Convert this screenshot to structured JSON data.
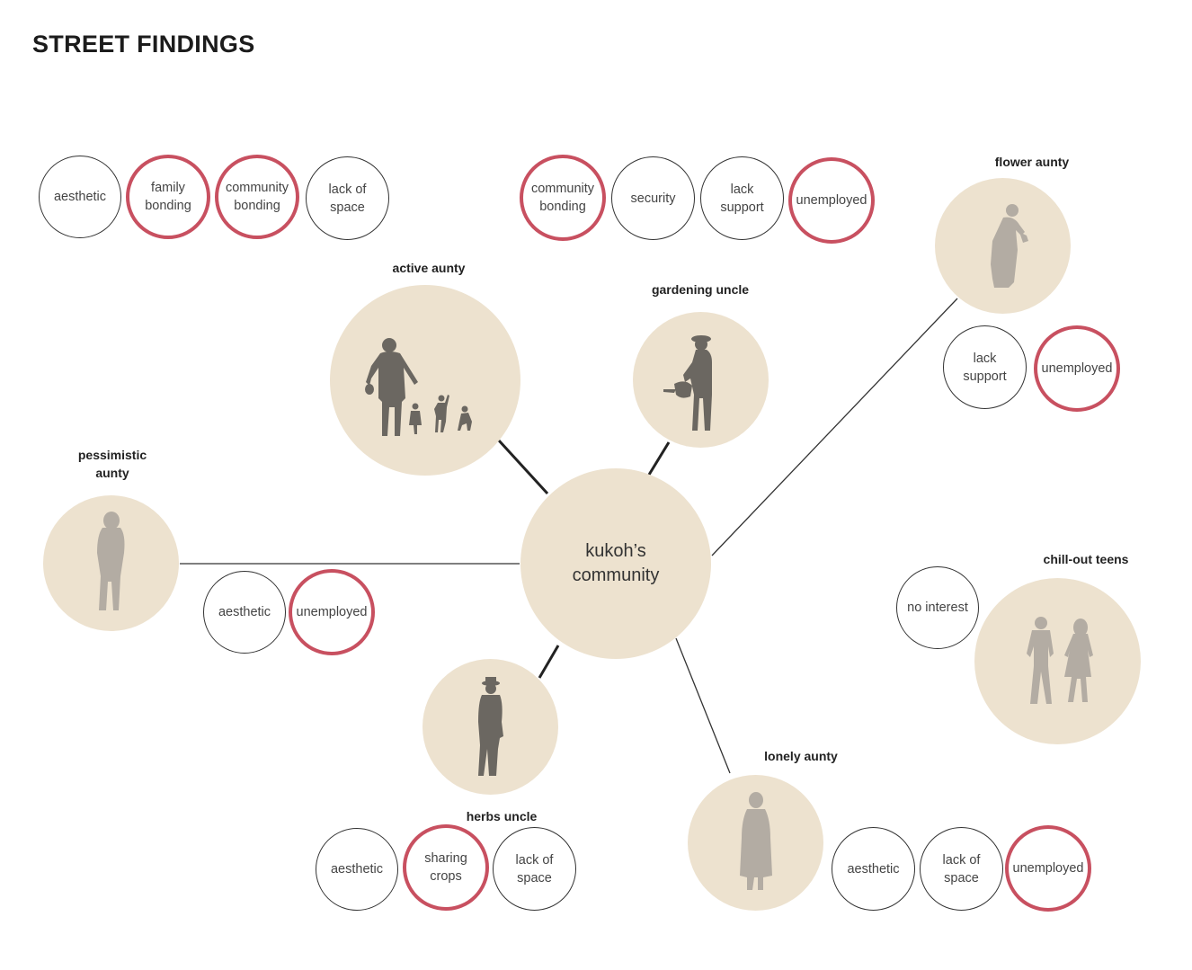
{
  "title": "STREET FINDINGS",
  "center": {
    "label_line1": "kukoh’s",
    "label_line2": "community"
  },
  "colors": {
    "node_fill": "#ede2cf",
    "highlight_ring": "#c85060",
    "dark_silhouette": "#6b6761",
    "light_silhouette": "#b3aca3"
  },
  "personas": {
    "active_aunty": "active aunty",
    "gardening_uncle": "gardening uncle",
    "flower_aunty": "flower aunty",
    "pessimistic_aunty_1": "pessimistic",
    "pessimistic_aunty_2": "aunty",
    "chillout_teens": "chill-out teens",
    "herbs_uncle": "herbs uncle",
    "lonely_aunty": "lonely aunty"
  },
  "tags": {
    "aesthetic": "aesthetic",
    "family_1": "family",
    "family_2": "bonding",
    "community_1": "community",
    "community_2": "bonding",
    "lack_of": "lack of",
    "space": "space",
    "security": "security",
    "lack": "lack",
    "support": "support",
    "unemployed": "unemployed",
    "no_interest": "no interest",
    "sharing": "sharing",
    "crops": "crops"
  }
}
